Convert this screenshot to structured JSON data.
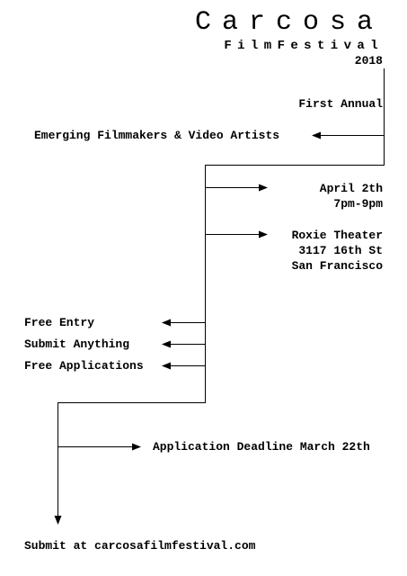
{
  "header": {
    "title": "Carcosa",
    "subtitle": "FilmFestival",
    "year": "2018"
  },
  "intro": {
    "edition": "First Annual",
    "audience": "Emerging Filmmakers & Video Artists"
  },
  "event": {
    "date": "April 2th",
    "time": "7pm-9pm",
    "venue": "Roxie Theater",
    "address": "3117 16th St",
    "city": "San Francisco"
  },
  "perks": [
    "Free Entry",
    "Submit Anything",
    "Free Applications"
  ],
  "deadline": "Application Deadline March 22th",
  "submit": "Submit at carcosafilmfestival.com"
}
